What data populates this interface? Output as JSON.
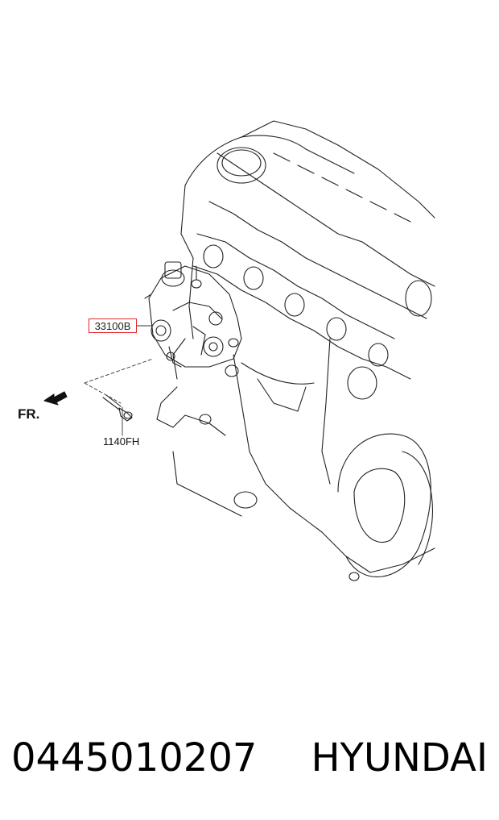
{
  "diagram": {
    "part_callout": "33100B",
    "bolt_callout": "1140FH",
    "direction_label": "FR."
  },
  "caption": {
    "part_number": "0445010207",
    "brand": "HYUNDAI"
  },
  "colors": {
    "callout_border": "#e0262a",
    "line": "#222222"
  },
  "icons": [
    "front-direction-arrow-icon",
    "bolt-icon"
  ]
}
